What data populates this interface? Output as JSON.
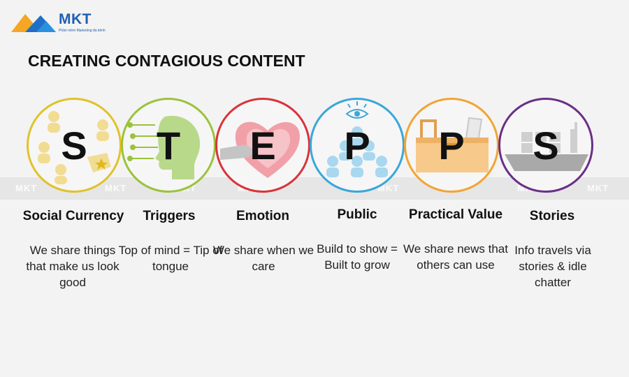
{
  "brand": {
    "name": "MKT",
    "tagline": "Phần mềm Marketing đa kênh",
    "watermark": "MKT"
  },
  "page": {
    "title": "CREATING CONTAGIOUS CONTENT"
  },
  "steps": [
    {
      "letter": "S",
      "label": "Social Currency",
      "desc": "We share things that make us look good",
      "color": "#e1c22a",
      "icon": "people-tag-icon"
    },
    {
      "letter": "T",
      "label": "Triggers",
      "desc": "Top of mind = Tip of tongue",
      "color": "#9cc23c",
      "icon": "head-circuit-icon"
    },
    {
      "letter": "E",
      "label": "Emotion",
      "desc": "We share when we care",
      "color": "#d8343a",
      "icon": "heart-hand-icon"
    },
    {
      "letter": "P",
      "label": "Public",
      "desc": "Build to show = Built to grow",
      "color": "#3aa7d8",
      "icon": "eye-crowd-icon"
    },
    {
      "letter": "P",
      "label": "Practical Value",
      "desc": "We share news that others can use",
      "color": "#f2a532",
      "icon": "toolbox-icon"
    },
    {
      "letter": "S",
      "label": "Stories",
      "desc": "Info travels via stories & idle chatter",
      "color": "#6a2f86",
      "icon": "ship-icon"
    }
  ]
}
